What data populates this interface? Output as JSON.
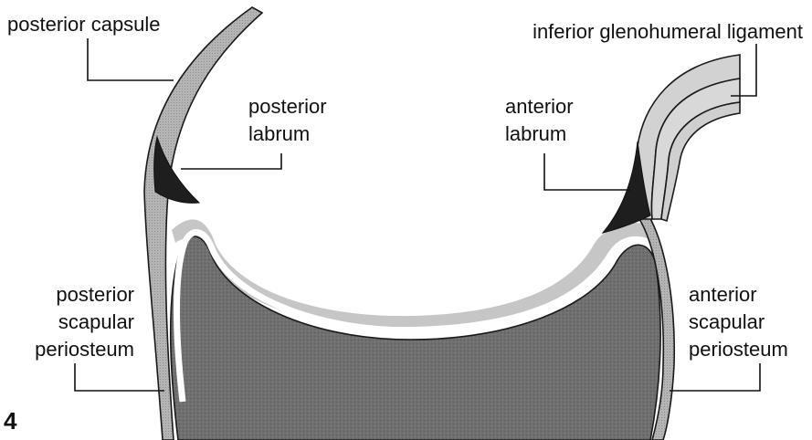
{
  "figure": {
    "number": "4",
    "colors": {
      "bone": "#6f6f6f",
      "cartilage": "#c4c4c4",
      "capsule": "#b0b0b0",
      "labrum": "#222222",
      "outline": "#1a1a1a"
    }
  },
  "labels": {
    "posterior_capsule": "posterior capsule",
    "inferior_glenohumeral_ligament": "inferior glenohumeral ligament",
    "posterior_labrum": [
      "posterior",
      "labrum"
    ],
    "anterior_labrum": [
      "anterior",
      "labrum"
    ],
    "posterior_scapular_periosteum": [
      "posterior",
      "scapular",
      "periosteum"
    ],
    "anterior_scapular_periosteum": [
      "anterior",
      "scapular",
      "periosteum"
    ]
  }
}
